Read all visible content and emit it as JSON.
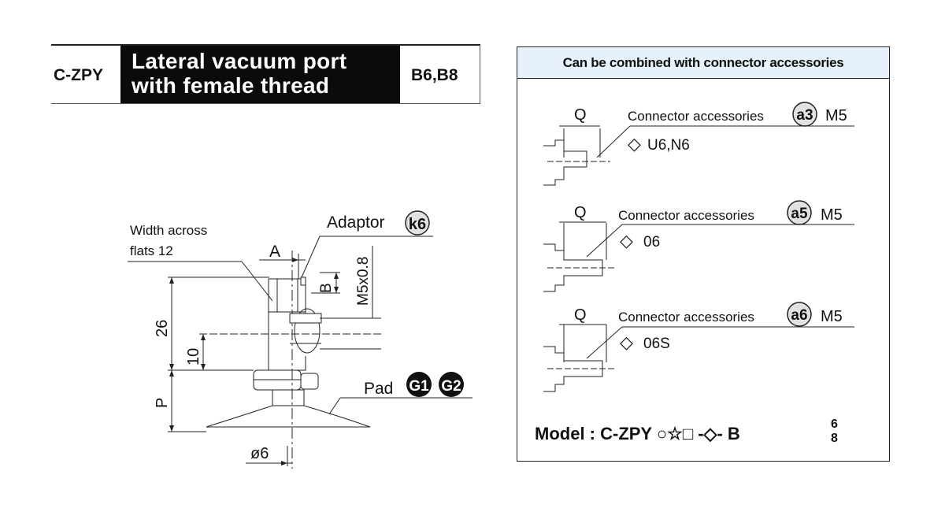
{
  "header": {
    "model_code": "C-ZPY",
    "title_line1": "Lateral vacuum port",
    "title_line2": "with female thread",
    "size_code": "B6,B8"
  },
  "drawing": {
    "width_across_line1": "Width across",
    "width_across_line2": "flats 12",
    "adaptor_label": "Adaptor",
    "adaptor_badge": "k6",
    "dim_a": "A",
    "dim_b": "B",
    "thread": "M5x0.8",
    "dim_26": "26",
    "dim_10": "10",
    "dim_p": "P",
    "pad_label": "Pad",
    "pad_badge_1": "G1",
    "pad_badge_2": "G2",
    "dim_dia": "ø6"
  },
  "side_panel": {
    "title": "Can be combined with connector accessories",
    "items": [
      {
        "q": "Q",
        "label": "Connector accessories",
        "badge": "a3",
        "thread": "M5",
        "symbol": "◇",
        "sizes": "U6,N6"
      },
      {
        "q": "Q",
        "label": "Connector accessories",
        "badge": "a5",
        "thread": "M5",
        "symbol": "◇",
        "sizes": "06"
      },
      {
        "q": "Q",
        "label": "Connector accessories",
        "badge": "a6",
        "thread": "M5",
        "symbol": "◇",
        "sizes": "06S"
      }
    ],
    "model_line": "Model : C-ZPY ○☆□ -◇- B",
    "model_size_top": "6",
    "model_size_bottom": "8"
  }
}
